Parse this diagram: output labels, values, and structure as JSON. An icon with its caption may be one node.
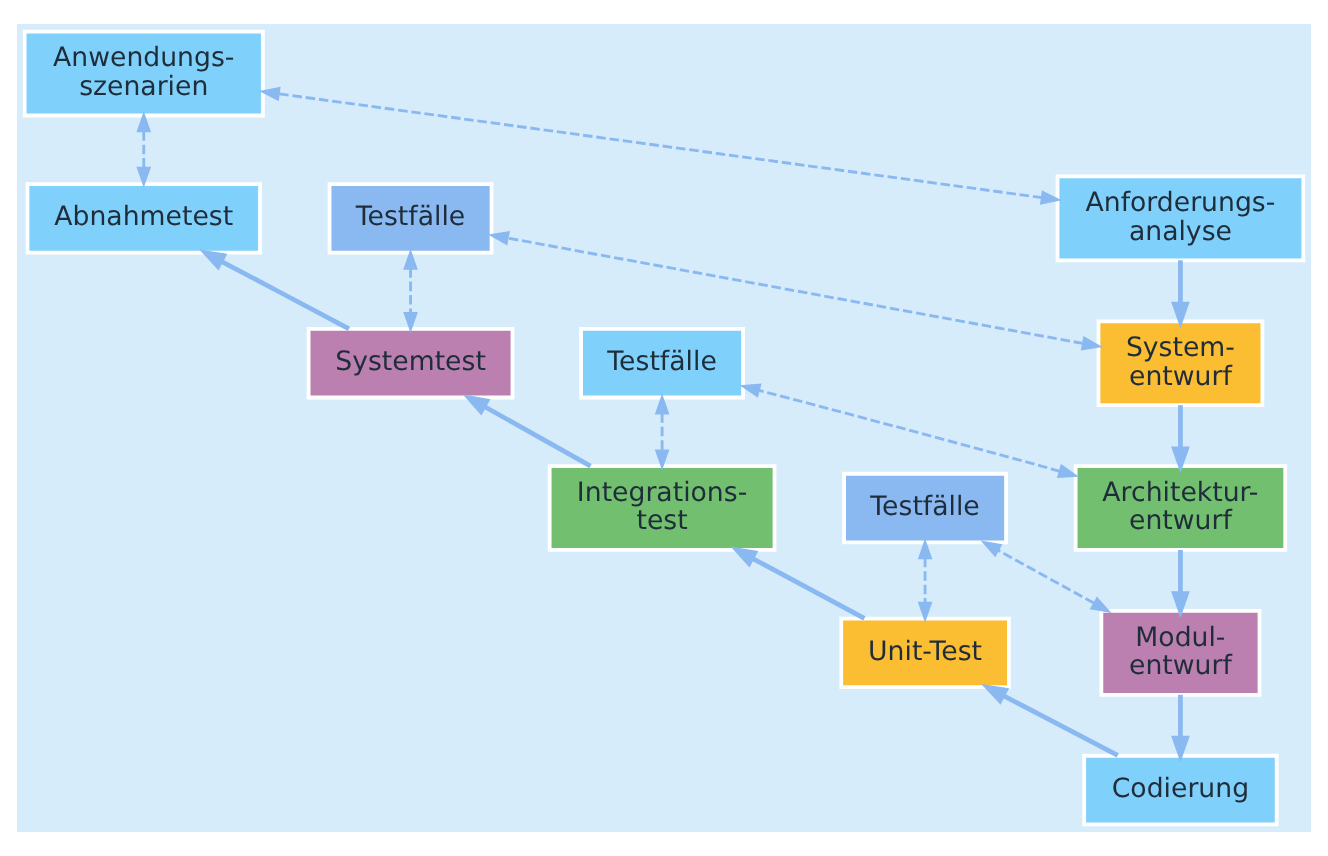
{
  "diagram": {
    "nodes": [
      {
        "text": [
          "Anwendungs- szenarien"
        ]
      },
      {
        "text": [
          "Anforderungs- analyse"
        ]
      },
      {
        "text": [
          "Testfälle"
        ]
      },
      {
        "text": [
          "Abnahmetest"
        ]
      },
      {
        "text": [
          "System- entwurf"
        ]
      },
      {
        "text": [
          "Testfälle"
        ]
      },
      {
        "text": [
          "Systemtest"
        ]
      },
      {
        "text": [
          "Architektur- entwurf"
        ]
      },
      {
        "text": [
          "Testfälle"
        ]
      },
      {
        "text": [
          "Integrations- test"
        ]
      },
      {
        "text": [
          "Modul- entwurf"
        ]
      },
      {
        "text": [
          "Unit-Test"
        ]
      },
      {
        "text": [
          "Codierung"
        ]
      }
    ],
    "edges": [
      {
        "from": 1,
        "to": 4,
        "arrow": "to"
      },
      {
        "from": 4,
        "to": 7,
        "arrow": "to"
      },
      {
        "from": 7,
        "to": 10,
        "arrow": "to"
      },
      {
        "from": 10,
        "to": 12,
        "arrow": "to"
      },
      {
        "from": 12,
        "to": 11,
        "arrow": "to"
      },
      {
        "from": 11,
        "to": 9,
        "arrow": "to"
      },
      {
        "from": 9,
        "to": 6,
        "arrow": "to"
      },
      {
        "from": 6,
        "to": 3,
        "arrow": "to"
      },
      {
        "from": 1,
        "to": 0,
        "arrow": "both",
        "style": "dashed"
      },
      {
        "from": 0,
        "to": 3,
        "arrow": "both",
        "style": "dashed"
      },
      {
        "from": 4,
        "to": 2,
        "arrow": "both",
        "style": "dashed"
      },
      {
        "from": 2,
        "to": 6,
        "arrow": "both",
        "style": "dashed"
      },
      {
        "from": 7,
        "to": 5,
        "arrow": "both",
        "style": "dashed"
      },
      {
        "from": 5,
        "to": 9,
        "arrow": "both",
        "style": "dashed"
      },
      {
        "from": 10,
        "to": 8,
        "arrow": "both",
        "style": "dashed"
      },
      {
        "from": 8,
        "to": 11,
        "arrow": "both",
        "style": "dashed"
      }
    ]
  }
}
